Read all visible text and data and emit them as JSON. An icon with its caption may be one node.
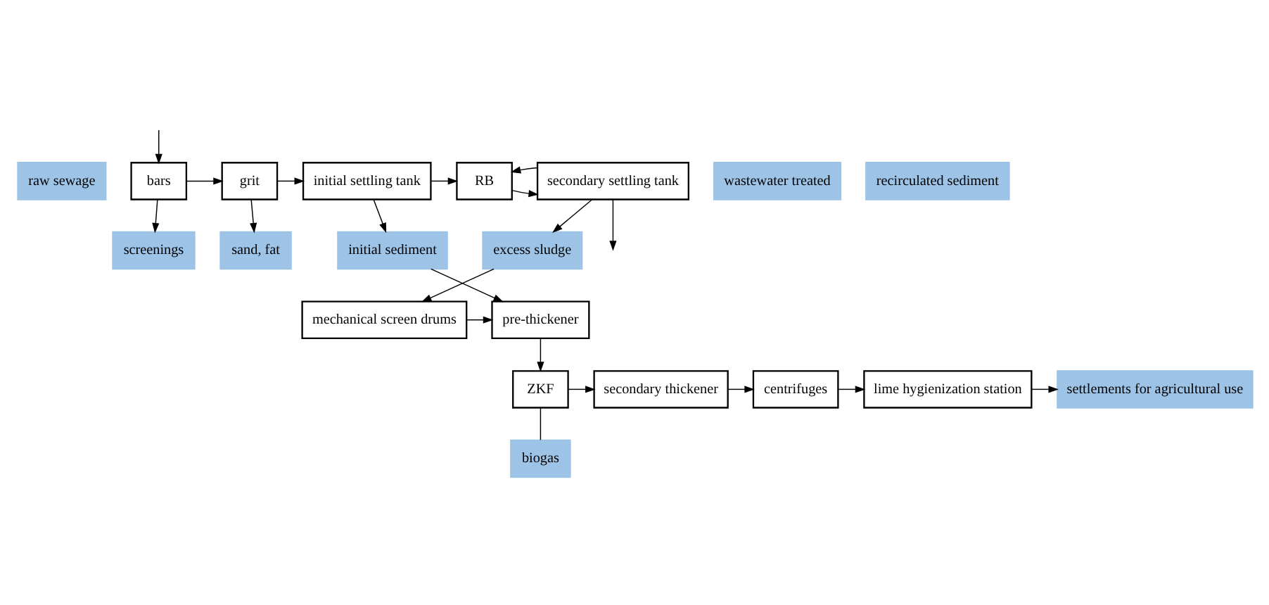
{
  "diagram": {
    "nodes": [
      {
        "text": [
          "raw sewage"
        ]
      },
      {
        "text": [
          "bars"
        ]
      },
      {
        "text": [
          "grit"
        ]
      },
      {
        "text": [
          "initial settling tank"
        ]
      },
      {
        "text": [
          "RB"
        ]
      },
      {
        "text": [
          "secondary settling tank"
        ]
      },
      {
        "text": [
          "wastewater treated"
        ]
      },
      {
        "text": [
          "screenings"
        ]
      },
      {
        "text": [
          "sand, fat"
        ]
      },
      {
        "text": [
          "initial sediment"
        ]
      },
      {
        "text": [
          "recirculated sediment"
        ]
      },
      {
        "text": [
          "excess sludge"
        ]
      },
      {
        "text": [
          "mechanical screen drums"
        ]
      },
      {
        "text": [
          "pre-thickener"
        ]
      },
      {
        "text": [
          "ZKF"
        ]
      },
      {
        "text": [
          "secondary thickener"
        ]
      },
      {
        "text": [
          "centrifuges"
        ]
      },
      {
        "text": [
          "lime hygienization station"
        ]
      },
      {
        "text": [
          "settlements for agricultural use"
        ]
      },
      {
        "text": [
          "biogas"
        ]
      }
    ],
    "edges": [
      {
        "from": null,
        "to": 1,
        "arrow": "to"
      },
      {
        "from": 1,
        "to": 2,
        "arrow": "to"
      },
      {
        "from": 2,
        "to": 3,
        "arrow": "to"
      },
      {
        "from": 3,
        "to": 4,
        "arrow": "to"
      },
      {
        "from": 4,
        "to": 5,
        "arrow": "to"
      },
      {
        "from": 5,
        "to": null,
        "arrow": "to"
      },
      {
        "from": 5,
        "to": 4,
        "arrow": "to"
      },
      {
        "from": 1,
        "to": 7,
        "arrow": "to"
      },
      {
        "from": 2,
        "to": 8,
        "arrow": "to"
      },
      {
        "from": 3,
        "to": 9,
        "arrow": "to"
      },
      {
        "from": 5,
        "to": 11,
        "arrow": "to"
      },
      {
        "from": 11,
        "to": 12,
        "arrow": "to"
      },
      {
        "from": 9,
        "to": 13,
        "arrow": "to"
      },
      {
        "from": 12,
        "to": 13,
        "arrow": "to"
      },
      {
        "from": 13,
        "to": 14,
        "arrow": "to"
      },
      {
        "from": 14,
        "to": 15,
        "arrow": "to"
      },
      {
        "from": 15,
        "to": 16,
        "arrow": "to"
      },
      {
        "from": 16,
        "to": 17,
        "arrow": "to"
      },
      {
        "from": 17,
        "to": 18,
        "arrow": "to"
      },
      {
        "from": 14,
        "to": 19,
        "arrow": "none"
      }
    ]
  }
}
